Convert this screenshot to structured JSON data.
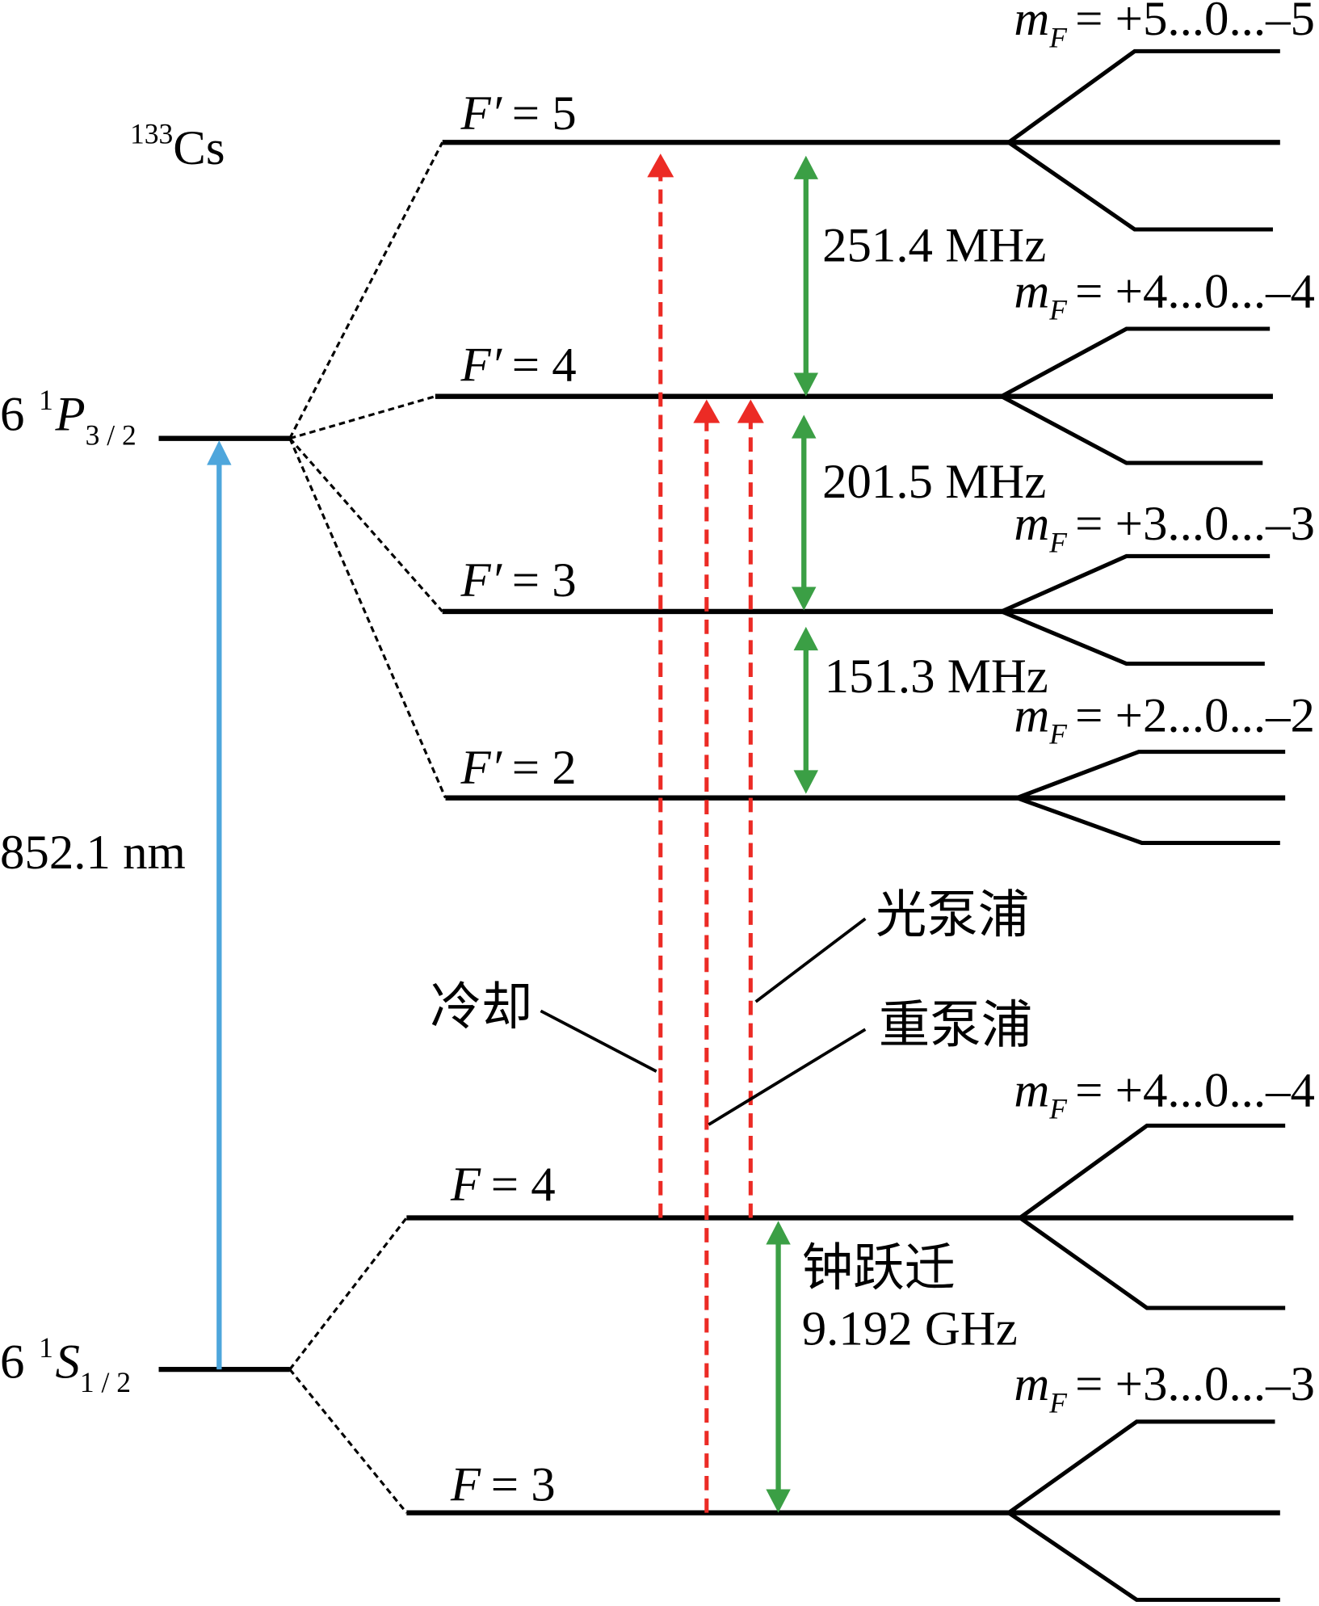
{
  "isotope": {
    "mass_number": "133",
    "symbol": "Cs"
  },
  "fine_levels": {
    "excited": {
      "n": "6",
      "multiplicity": "1",
      "term": "P",
      "j": "3 / 2"
    },
    "ground": {
      "n": "6",
      "multiplicity": "1",
      "term": "S",
      "j": "1 / 2"
    }
  },
  "d2_wavelength": "852.1 nm",
  "excited_hyperfine": [
    {
      "symbol": "F′",
      "value": "= 5",
      "mf_symbol": "m",
      "mf_sub": "F",
      "mf_range": "= +5...0...–5"
    },
    {
      "symbol": "F′",
      "value": "= 4",
      "mf_symbol": "m",
      "mf_sub": "F",
      "mf_range": "= +4...0...–4"
    },
    {
      "symbol": "F′",
      "value": "= 3",
      "mf_symbol": "m",
      "mf_sub": "F",
      "mf_range": "= +3...0...–3"
    },
    {
      "symbol": "F′",
      "value": "= 2",
      "mf_symbol": "m",
      "mf_sub": "F",
      "mf_range": "= +2...0...–2"
    }
  ],
  "ground_hyperfine": [
    {
      "symbol": "F",
      "value": "= 4",
      "mf_symbol": "m",
      "mf_sub": "F",
      "mf_range": "= +4...0...–4"
    },
    {
      "symbol": "F",
      "value": "= 3",
      "mf_symbol": "m",
      "mf_sub": "F",
      "mf_range": "= +3...0...–3"
    }
  ],
  "excited_splittings": [
    "251.4 MHz",
    "201.5 MHz",
    "151.3 MHz"
  ],
  "lasers": {
    "cooling": "冷却",
    "optical_pumping": "光泵浦",
    "repumping": "重泵浦"
  },
  "clock_transition": {
    "label": "钟跃迁",
    "frequency": "9.192 GHz"
  },
  "colors": {
    "d2_arrow": "#4ea6dc",
    "laser_arrows": "#ec2b25",
    "splitting_arrows": "#3b9f45",
    "levels": "#000000"
  }
}
